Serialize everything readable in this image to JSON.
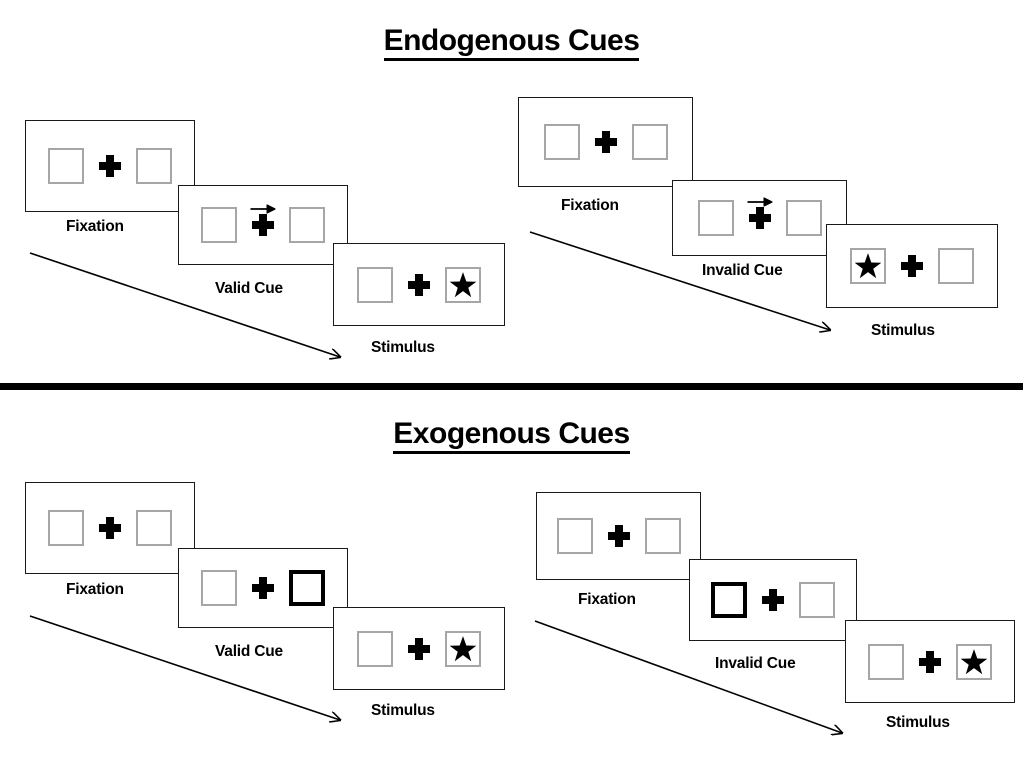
{
  "page": {
    "background": "#ffffff",
    "line_color": "#1a1a1a",
    "box_border_color": "#a6a6a6",
    "cue_border_color": "#000000",
    "accent": "#000000"
  },
  "sections": [
    {
      "id": "endogenous",
      "title": "Endogenous Cues",
      "cue_type": "arrow",
      "columns": [
        {
          "id": "endogenous-valid",
          "stages": [
            {
              "id": "fixation",
              "caption": "Fixation",
              "left_box": "empty",
              "right_box": "empty",
              "cue": "none",
              "arrow": "none"
            },
            {
              "id": "valid-cue",
              "caption": "Valid Cue",
              "left_box": "empty",
              "right_box": "empty",
              "cue": "arrow-right",
              "arrow": "right"
            },
            {
              "id": "stimulus",
              "caption": "Stimulus",
              "left_box": "empty",
              "right_box": "star",
              "cue": "none",
              "arrow": "none"
            }
          ]
        },
        {
          "id": "endogenous-invalid",
          "stages": [
            {
              "id": "fixation",
              "caption": "Fixation",
              "left_box": "empty",
              "right_box": "empty",
              "cue": "none",
              "arrow": "none"
            },
            {
              "id": "invalid-cue",
              "caption": "Invalid Cue",
              "left_box": "empty",
              "right_box": "empty",
              "cue": "arrow-right",
              "arrow": "right"
            },
            {
              "id": "stimulus",
              "caption": "Stimulus",
              "left_box": "star",
              "right_box": "empty",
              "cue": "none",
              "arrow": "none"
            }
          ]
        }
      ]
    },
    {
      "id": "exogenous",
      "title": "Exogenous Cues",
      "cue_type": "box-flash",
      "columns": [
        {
          "id": "exogenous-valid",
          "stages": [
            {
              "id": "fixation",
              "caption": "Fixation",
              "left_box": "empty",
              "right_box": "empty",
              "cue": "none",
              "arrow": "none"
            },
            {
              "id": "valid-cue",
              "caption": "Valid Cue",
              "left_box": "empty",
              "right_box": "empty",
              "cue": "box-right",
              "arrow": "none"
            },
            {
              "id": "stimulus",
              "caption": "Stimulus",
              "left_box": "empty",
              "right_box": "star",
              "cue": "none",
              "arrow": "none"
            }
          ]
        },
        {
          "id": "exogenous-invalid",
          "stages": [
            {
              "id": "fixation",
              "caption": "Fixation",
              "left_box": "empty",
              "right_box": "empty",
              "cue": "none",
              "arrow": "none"
            },
            {
              "id": "invalid-cue",
              "caption": "Invalid Cue",
              "left_box": "empty",
              "right_box": "empty",
              "cue": "box-left",
              "arrow": "none"
            },
            {
              "id": "stimulus",
              "caption": "Stimulus",
              "left_box": "empty",
              "right_box": "star",
              "cue": "none",
              "arrow": "none"
            }
          ]
        }
      ]
    }
  ],
  "captions": {
    "fixation": "Fixation",
    "valid_cue": "Valid Cue",
    "invalid_cue": "Invalid Cue",
    "stimulus": "Stimulus"
  },
  "titles": {
    "endogenous": "Endogenous Cues",
    "exogenous": "Exogenous Cues"
  }
}
